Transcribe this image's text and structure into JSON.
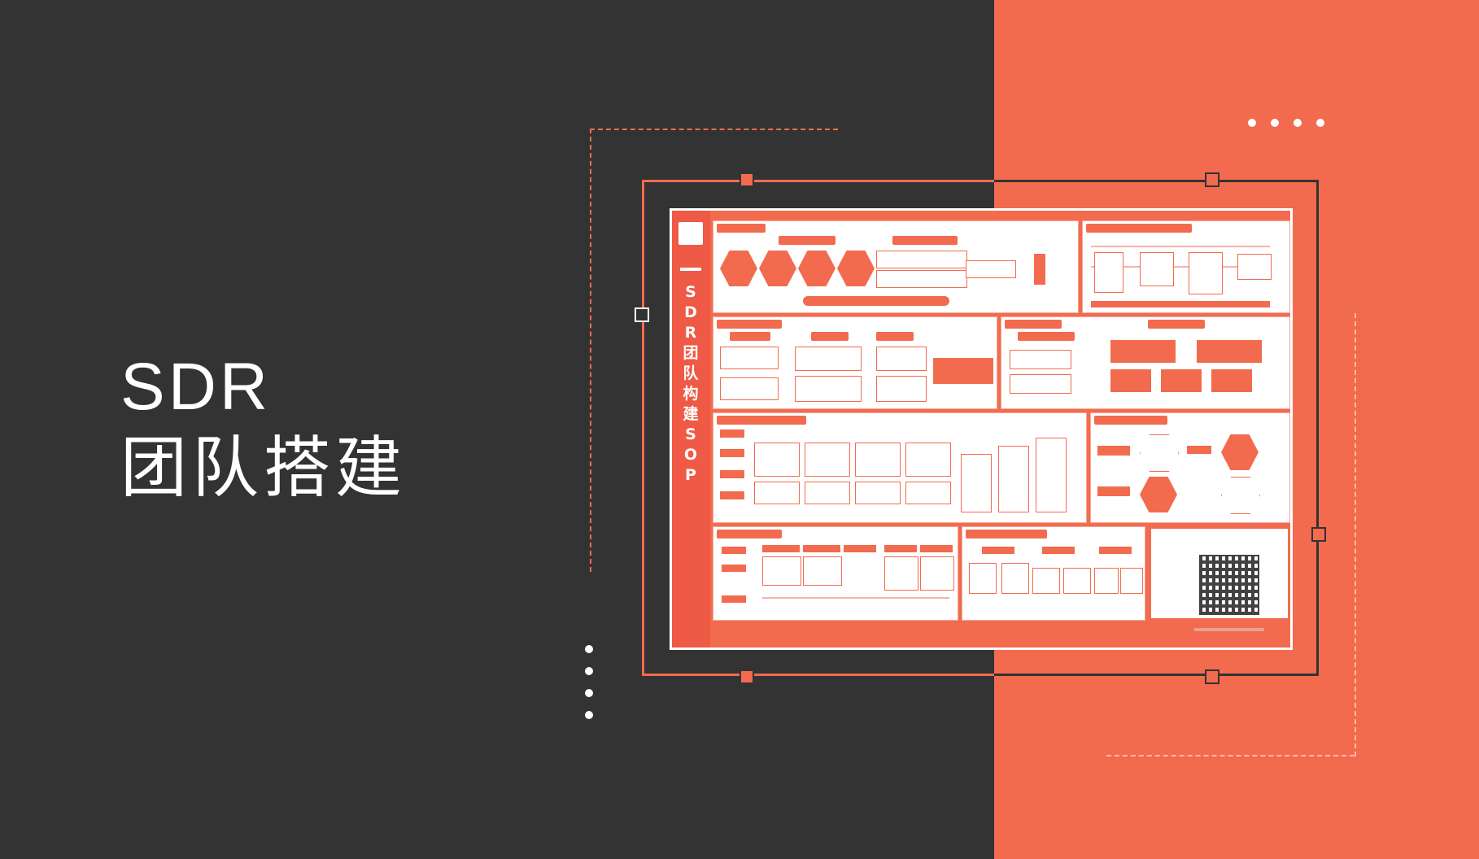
{
  "title": {
    "line1": "SDR",
    "line2": "团队搭建"
  },
  "poster": {
    "vertical_title": "团队构建SOP",
    "vertical_prefix": "SDR"
  },
  "colors": {
    "background_dark": "#333333",
    "accent_orange": "#F26B4E",
    "text_white": "#FFFFFF"
  }
}
